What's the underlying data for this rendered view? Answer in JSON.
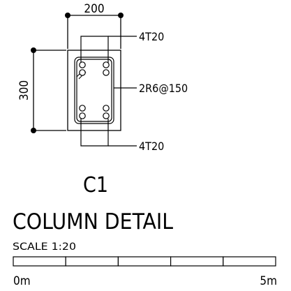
{
  "drawing": {
    "width_dimension": "200",
    "height_dimension": "300",
    "top_reinforcement": "4T20",
    "links": "2R6@150",
    "bottom_reinforcement": "4T20",
    "mark": "C1",
    "title": "COLUMN DETAIL",
    "scale_note": "SCALE 1:20",
    "scale_bar": {
      "segments": 5,
      "start_label": "0m",
      "end_label": "5m"
    }
  }
}
